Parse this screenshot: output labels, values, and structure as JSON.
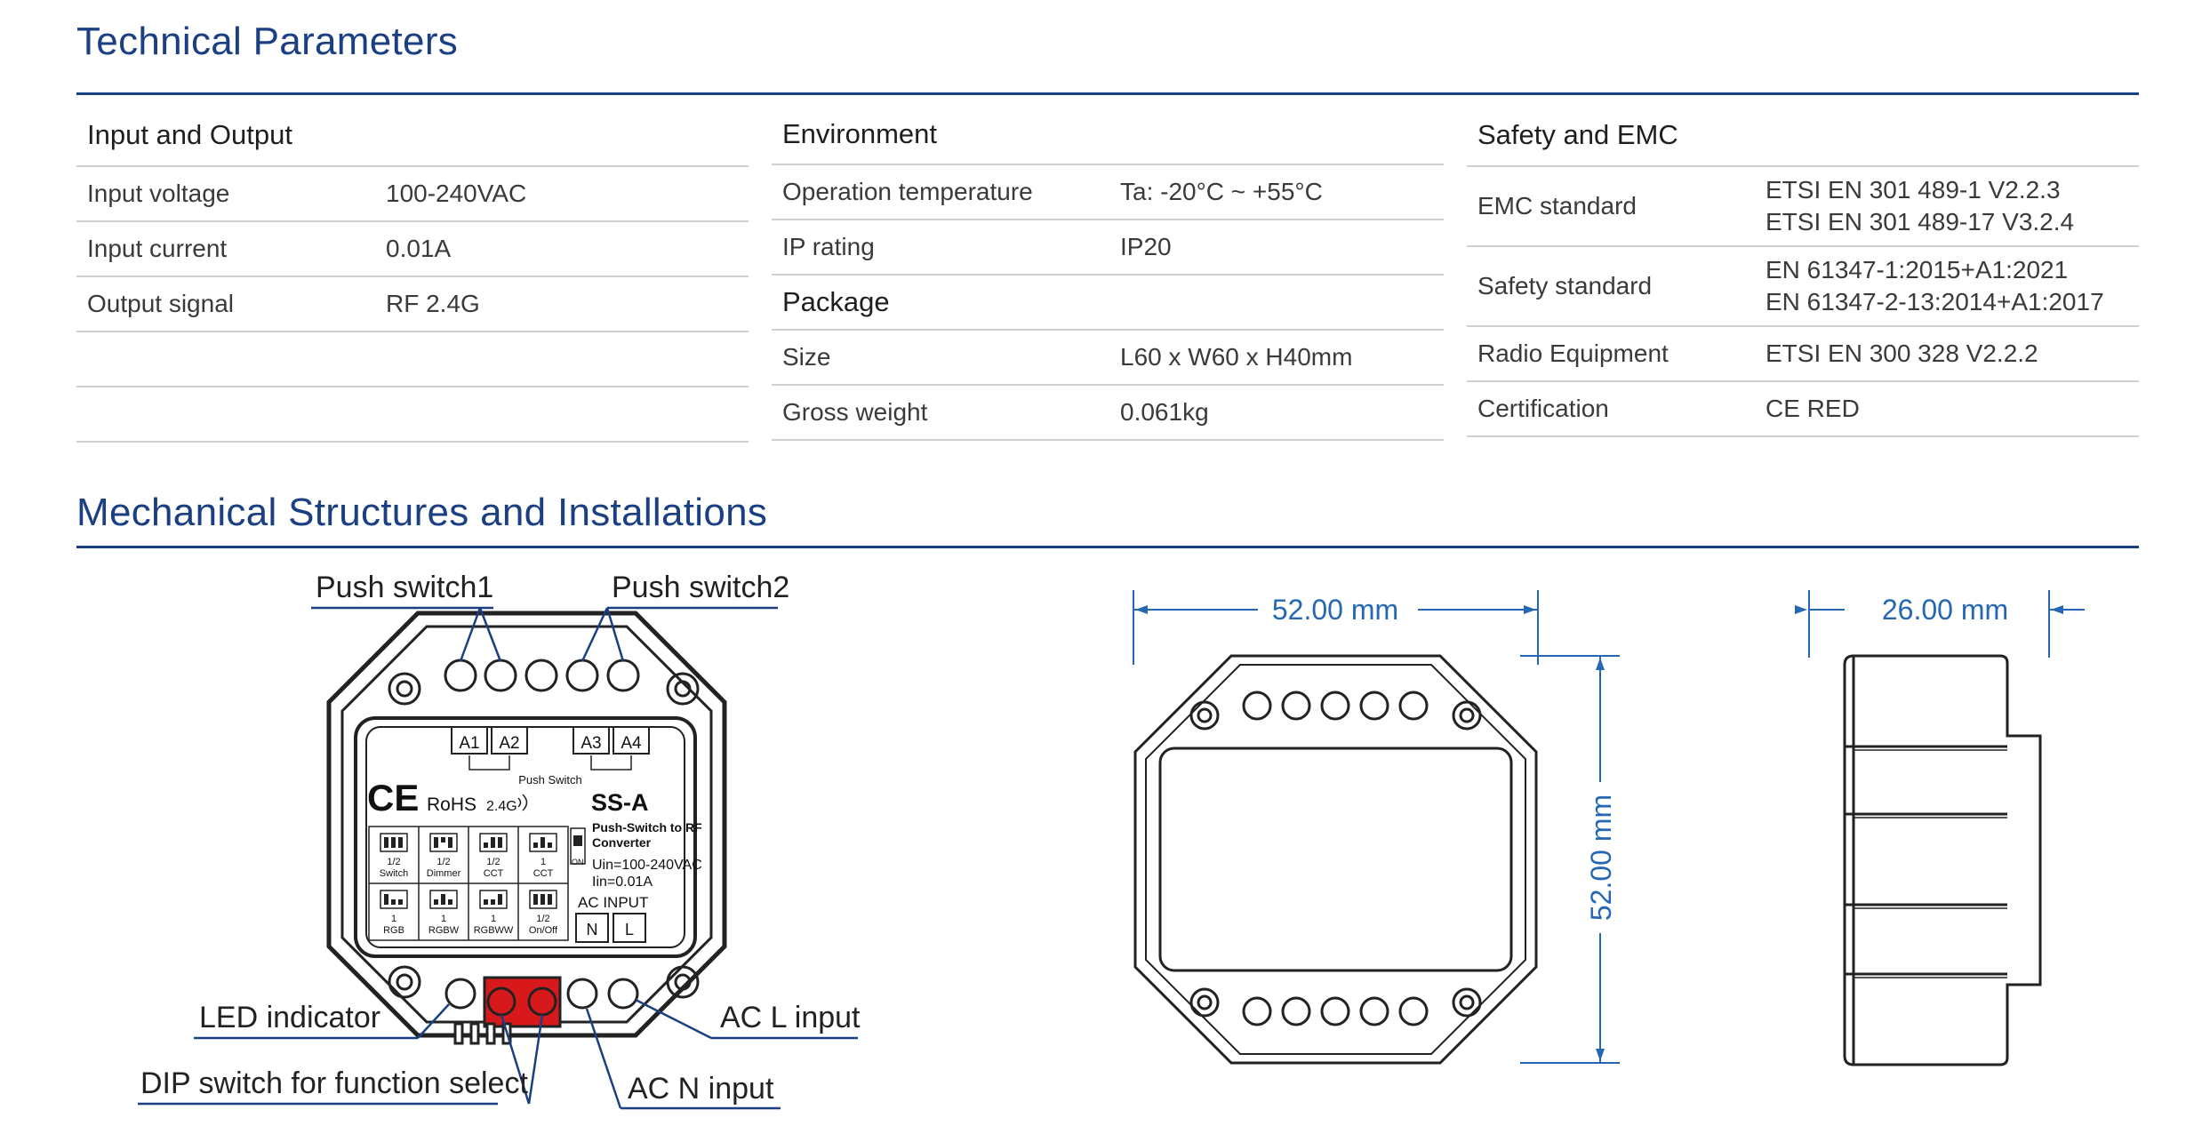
{
  "sections": {
    "technical_title": "Technical Parameters",
    "mechanical_title": "Mechanical Structures and Installations"
  },
  "input_output": {
    "heading": "Input and Output",
    "rows": [
      {
        "key": "Input voltage",
        "value": "100-240VAC"
      },
      {
        "key": "Input current",
        "value": "0.01A"
      },
      {
        "key": "Output signal",
        "value": "RF 2.4G"
      }
    ]
  },
  "environment": {
    "heading": "Environment",
    "rows": [
      {
        "key": "Operation temperature",
        "value": "Ta: -20°C ~ +55°C"
      },
      {
        "key": "IP rating",
        "value": "IP20"
      }
    ]
  },
  "package": {
    "heading": "Package",
    "rows": [
      {
        "key": "Size",
        "value": "L60 x W60 x H40mm"
      },
      {
        "key": "Gross weight",
        "value": "0.061kg"
      }
    ]
  },
  "safety_emc": {
    "heading": "Safety and EMC",
    "rows": [
      {
        "key": "EMC standard",
        "value1": "ETSI EN 301 489-1 V2.2.3",
        "value2": "ETSI EN 301 489-17 V3.2.4"
      },
      {
        "key": "Safety standard",
        "value1": "EN 61347-1:2015+A1:2021",
        "value2": "EN 61347-2-13:2014+A1:2017"
      },
      {
        "key": "Radio Equipment",
        "value1": "ETSI EN 300 328 V2.2.2"
      },
      {
        "key": "Certification",
        "value1": "CE RED"
      }
    ]
  },
  "device_diagram": {
    "callouts": {
      "push_switch_1": "Push switch1",
      "push_switch_2": "Push switch2",
      "led_indicator": "LED indicator",
      "dip_switch": "DIP switch for function select",
      "ac_l_input": "AC L input",
      "ac_n_input": "AC N input"
    },
    "label": {
      "terminals": [
        "A1",
        "A2",
        "A3",
        "A4"
      ],
      "push_switch": "Push Switch",
      "ce_mark": "CE",
      "rohs": "RoHS",
      "rf": "2.4G",
      "model": "SS-A",
      "product_line1": "Push-Switch to RF",
      "product_line2": "Converter",
      "on": "ON",
      "voltage": "Uin=100-240VAC",
      "current": "Iin=0.01A",
      "ac_input": "AC INPUT",
      "n": "N",
      "l": "L",
      "dip_modes": [
        {
          "line1": "1/2",
          "line2": "Switch"
        },
        {
          "line1": "1/2",
          "line2": "Dimmer"
        },
        {
          "line1": "1/2",
          "line2": "CCT"
        },
        {
          "line1": "1",
          "line2": "CCT"
        },
        {
          "line1": "1",
          "line2": "RGB"
        },
        {
          "line1": "1",
          "line2": "RGBW"
        },
        {
          "line1": "1",
          "line2": "RGBWW"
        },
        {
          "line1": "1/2",
          "line2": "On/Off"
        }
      ]
    },
    "colors": {
      "dip_switch": "#d7191c",
      "accent": "#1b3f83",
      "dimension": "#2467b3"
    }
  },
  "dimensions": {
    "width": "52.00 mm",
    "height": "52.00 mm",
    "depth": "26.00 mm"
  }
}
